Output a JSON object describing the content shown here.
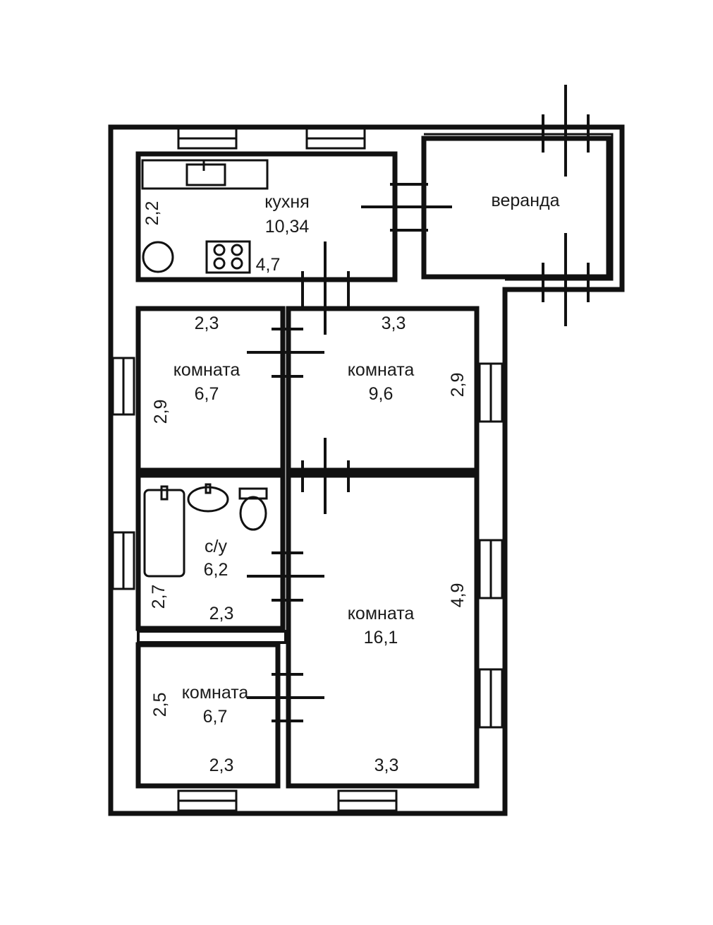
{
  "rooms": {
    "kitchen": {
      "name": "кухня",
      "area": "10,34",
      "dim_w": "4,7",
      "dim_h": "2,2"
    },
    "veranda": {
      "name": "веранда"
    },
    "room_a": {
      "name": "комната",
      "area": "6,7",
      "dim_w": "2,3",
      "dim_h": "2,9"
    },
    "room_b": {
      "name": "комната",
      "area": "9,6",
      "dim_w": "3,3",
      "dim_h": "2,9"
    },
    "bathroom": {
      "name": "с/у",
      "area": "6,2",
      "dim_w": "2,3",
      "dim_h": "2,7"
    },
    "room_c": {
      "name": "комната",
      "area": "16,1",
      "dim_w": "3,3",
      "dim_h": "4,9"
    },
    "room_d": {
      "name": "комната",
      "area": "6,7",
      "dim_w": "2,3",
      "dim_h": "2,5"
    }
  },
  "colors": {
    "ink": "#111111",
    "paper": "#ffffff"
  }
}
